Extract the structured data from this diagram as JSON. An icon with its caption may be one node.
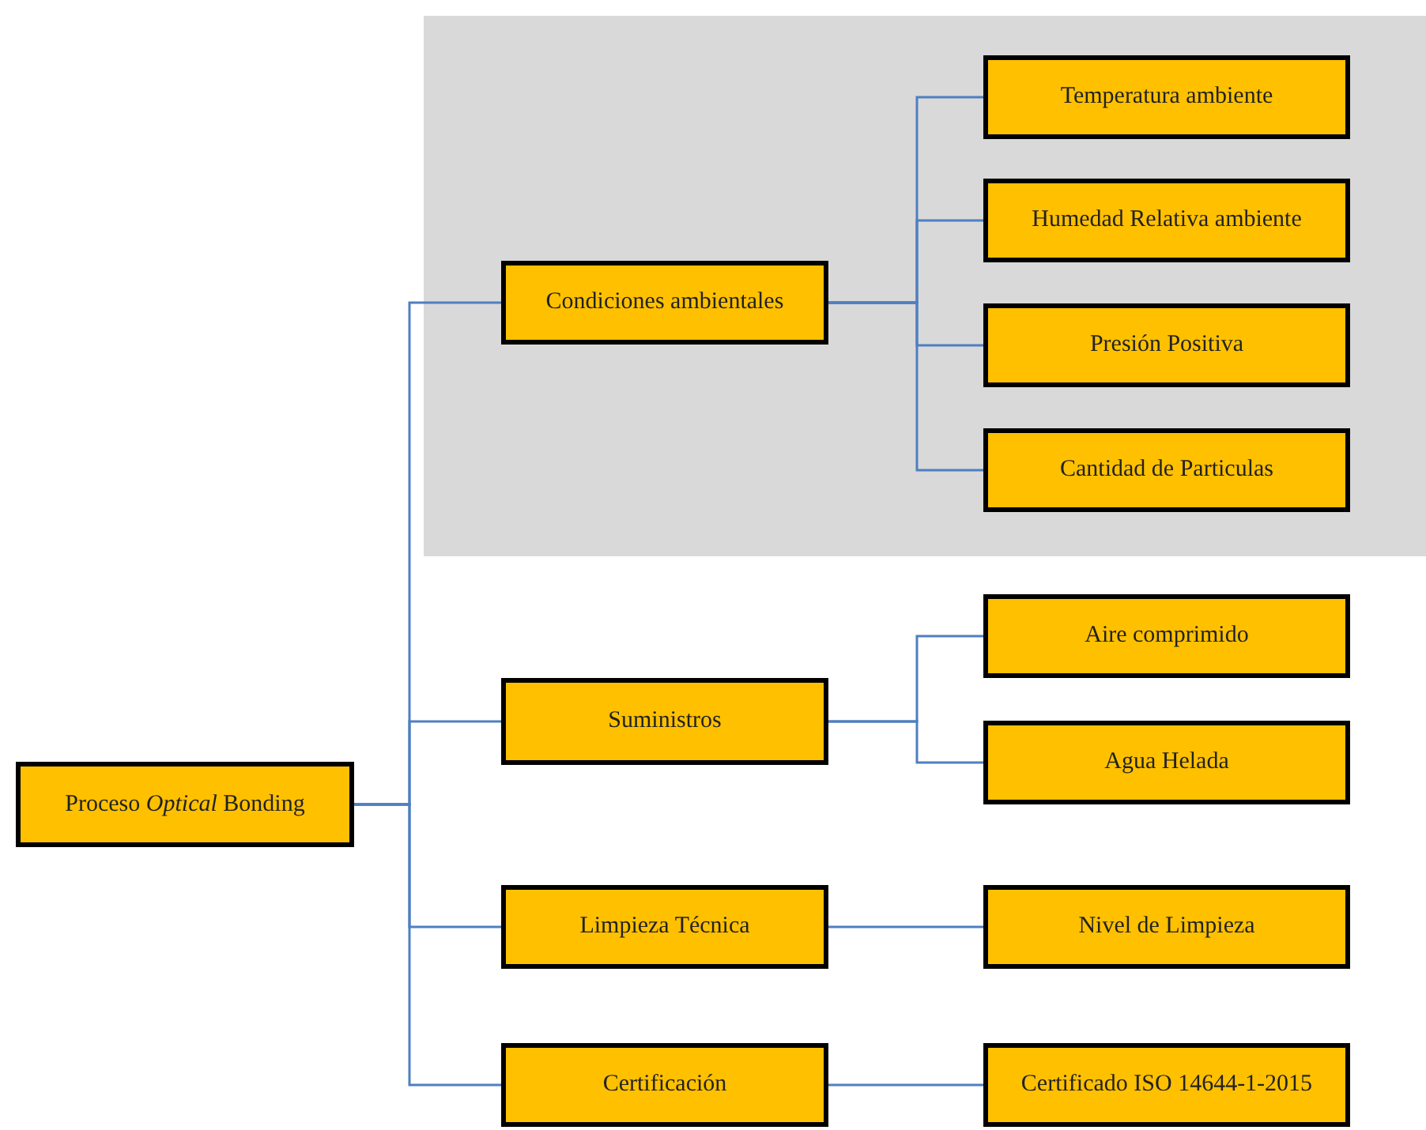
{
  "diagram": {
    "nodes": [
      {
        "text": [
          "Proceso *Optical* Bonding"
        ]
      },
      {
        "text": [],
        "shape": "box"
      },
      {
        "text": [
          "Condiciones ambientales"
        ],
        "in": 1
      },
      {
        "text": [
          "Temperatura ambiente"
        ],
        "in": 1
      },
      {
        "text": [
          "Humedad Relativa ambiente"
        ],
        "in": 1
      },
      {
        "text": [
          "Presión Positiva"
        ],
        "in": 1
      },
      {
        "text": [
          "Cantidad de Particulas"
        ],
        "in": 1
      },
      {
        "text": [
          "Suministros"
        ]
      },
      {
        "text": [
          "Aire comprimido"
        ]
      },
      {
        "text": [
          "Agua Helada"
        ]
      },
      {
        "text": [
          "Limpieza Técnica"
        ]
      },
      {
        "text": [
          "Nivel de Limpieza"
        ]
      },
      {
        "text": [
          "Certificación"
        ]
      },
      {
        "text": [
          "Certificado ISO 14644-1-2015"
        ]
      }
    ],
    "edges": [
      {
        "from": 0,
        "to": 2,
        "arrow": "none"
      },
      {
        "from": 0,
        "to": 7,
        "arrow": "none"
      },
      {
        "from": 0,
        "to": 10,
        "arrow": "none"
      },
      {
        "from": 0,
        "to": 12,
        "arrow": "none"
      },
      {
        "from": 2,
        "to": 3,
        "arrow": "none"
      },
      {
        "from": 2,
        "to": 4,
        "arrow": "none"
      },
      {
        "from": 2,
        "to": 5,
        "arrow": "none"
      },
      {
        "from": 2,
        "to": 6,
        "arrow": "none"
      },
      {
        "from": 7,
        "to": 8,
        "arrow": "none"
      },
      {
        "from": 7,
        "to": 9,
        "arrow": "none"
      },
      {
        "from": 10,
        "to": 11,
        "arrow": "none"
      },
      {
        "from": 12,
        "to": 13,
        "arrow": "none"
      }
    ]
  }
}
